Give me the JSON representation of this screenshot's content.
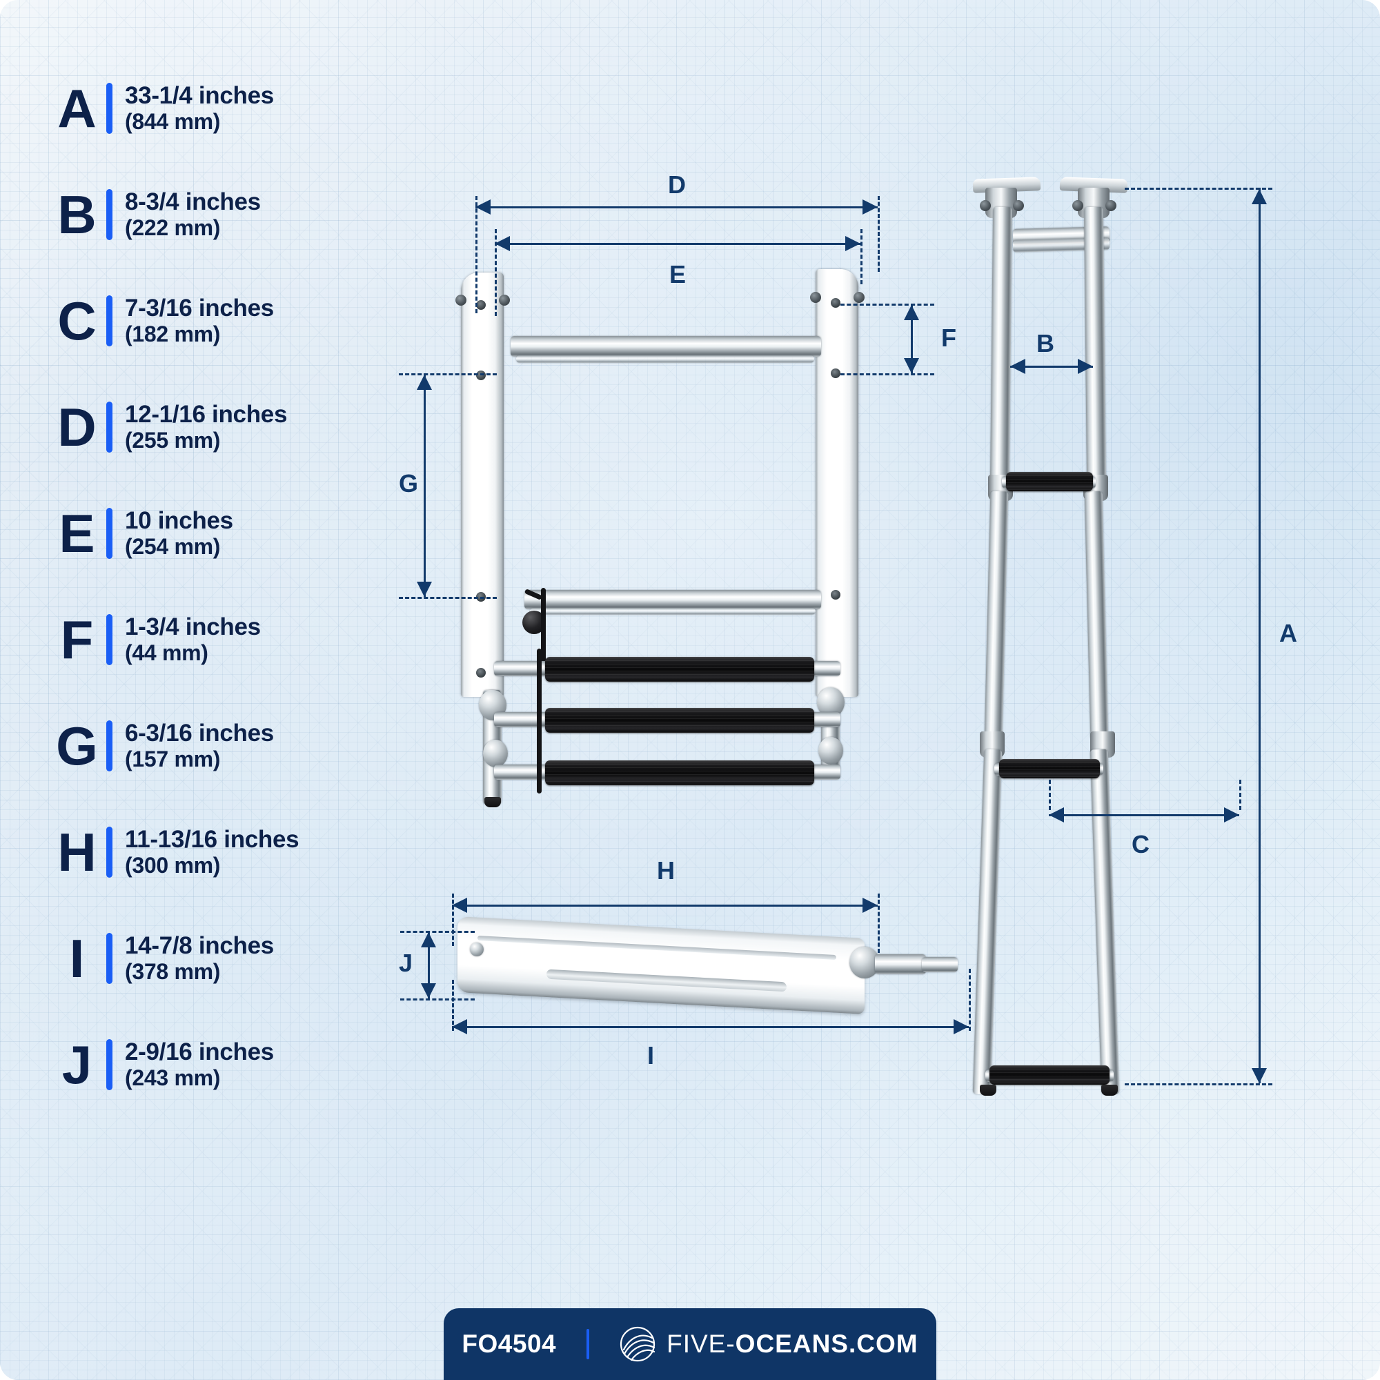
{
  "legend": {
    "items": [
      {
        "letter": "A",
        "imperial": "33-1/4 inches",
        "metric": "(844 mm)"
      },
      {
        "letter": "B",
        "imperial": "8-3/4 inches",
        "metric": "(222 mm)"
      },
      {
        "letter": "C",
        "imperial": "7-3/16 inches",
        "metric": "(182 mm)"
      },
      {
        "letter": "D",
        "imperial": "12-1/16 inches",
        "metric": "(255 mm)"
      },
      {
        "letter": "E",
        "imperial": "10 inches",
        "metric": "(254 mm)"
      },
      {
        "letter": "F",
        "imperial": "1-3/4 inches",
        "metric": "(44 mm)"
      },
      {
        "letter": "G",
        "imperial": "6-3/16 inches",
        "metric": "(157 mm)"
      },
      {
        "letter": "H",
        "imperial": "11-13/16 inches",
        "metric": "(300 mm)"
      },
      {
        "letter": "I",
        "imperial": "14-7/8 inches",
        "metric": "(378 mm)"
      },
      {
        "letter": "J",
        "imperial": "2-9/16 inches",
        "metric": "(243 mm)"
      }
    ]
  },
  "dimension_callouts": {
    "folded_view": {
      "d": "D",
      "e": "E",
      "f": "F",
      "g": "G"
    },
    "platform_view": {
      "h": "H",
      "i": "I",
      "j": "J"
    },
    "extended_view": {
      "a": "A",
      "b": "B",
      "c": "C"
    }
  },
  "footer": {
    "sku": "FO4504",
    "brand_prefix": "FIVE-",
    "brand_suffix": "OCEANS.COM",
    "logo_icon": "wave-shell-logo-icon"
  },
  "colors": {
    "navy_text": "#0d2149",
    "dimension_navy": "#123a6b",
    "accent_blue": "#1a5ef5",
    "footer_navy": "#0f3566",
    "background_light": "#e3edf6"
  }
}
